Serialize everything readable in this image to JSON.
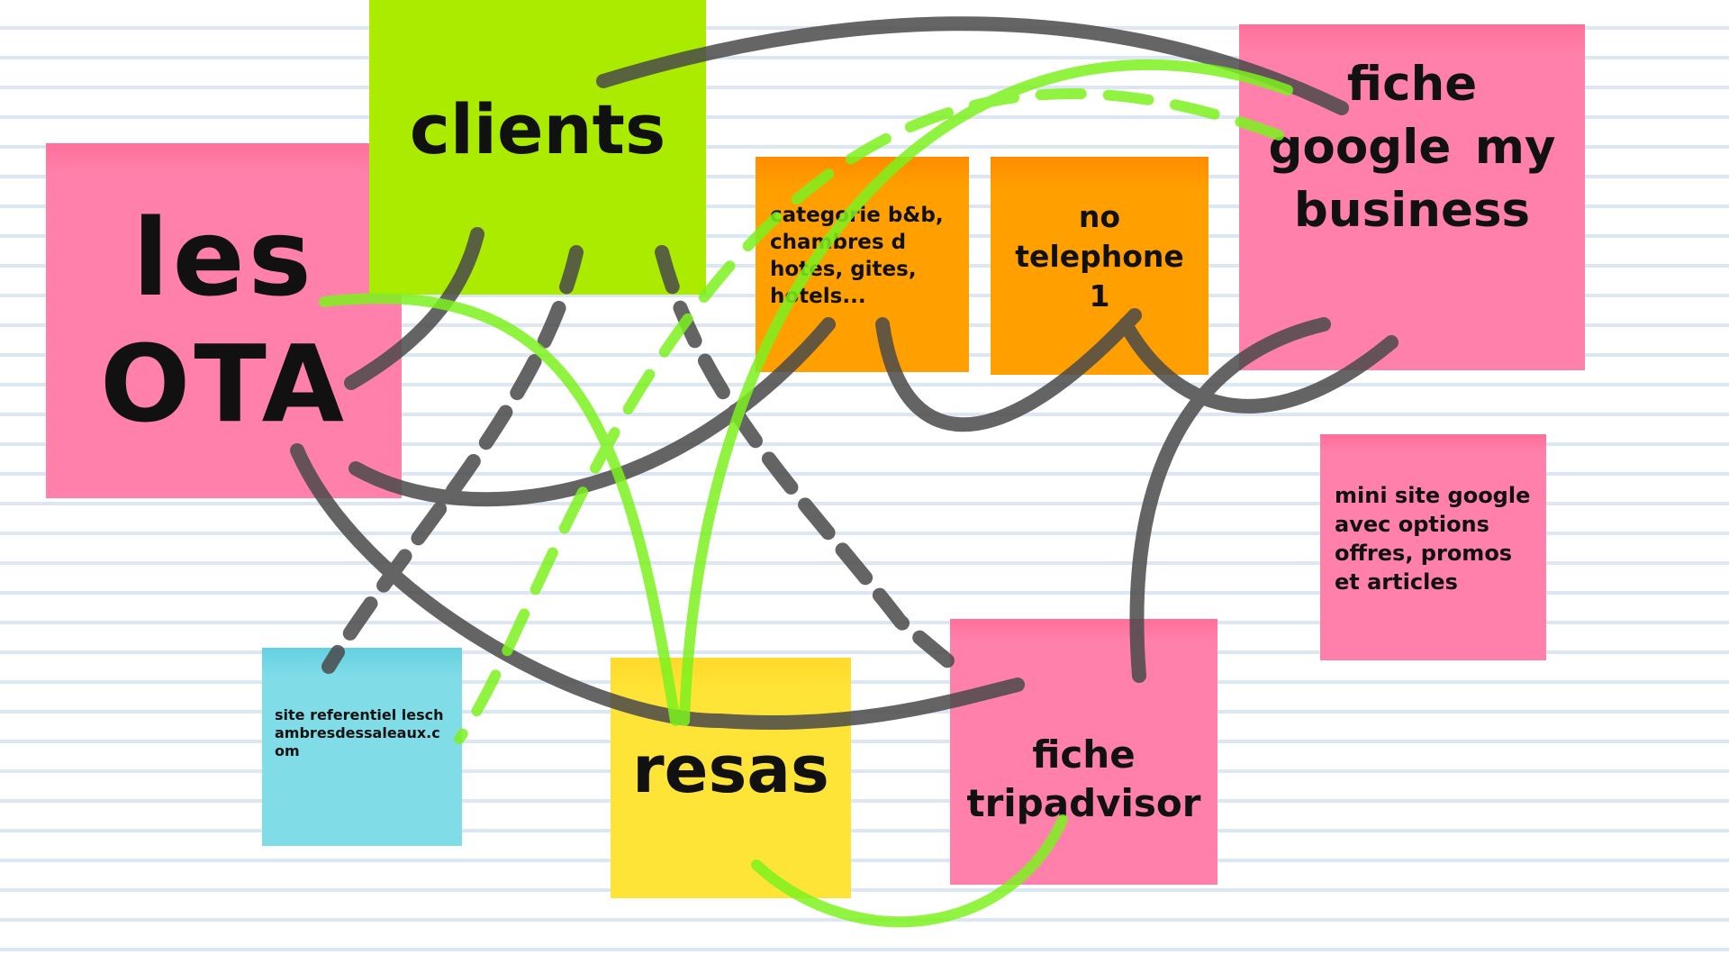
{
  "notes": {
    "clients": "clients",
    "ota_line1": "les",
    "ota_line2": "OTA",
    "categorie": "categorie  b&b, chambres d hotes, gites, hotels...",
    "telephone": "no telephone 1",
    "google": "fiche google  my business",
    "mini_site": "mini site google avec options offres, promos et articles",
    "site_referentiel": "site referentiel leschambresdessaleaux.com",
    "resas": "resas",
    "tripadvisor": "fiche tripadvisor"
  },
  "colors": {
    "pink": "#ff80aa",
    "green": "#aaeb00",
    "orange": "#ffa000",
    "blue": "#80dde8",
    "yellow": "#ffe438",
    "arrow_gray": "#4a4a4a",
    "arrow_green": "#7cf21e"
  }
}
